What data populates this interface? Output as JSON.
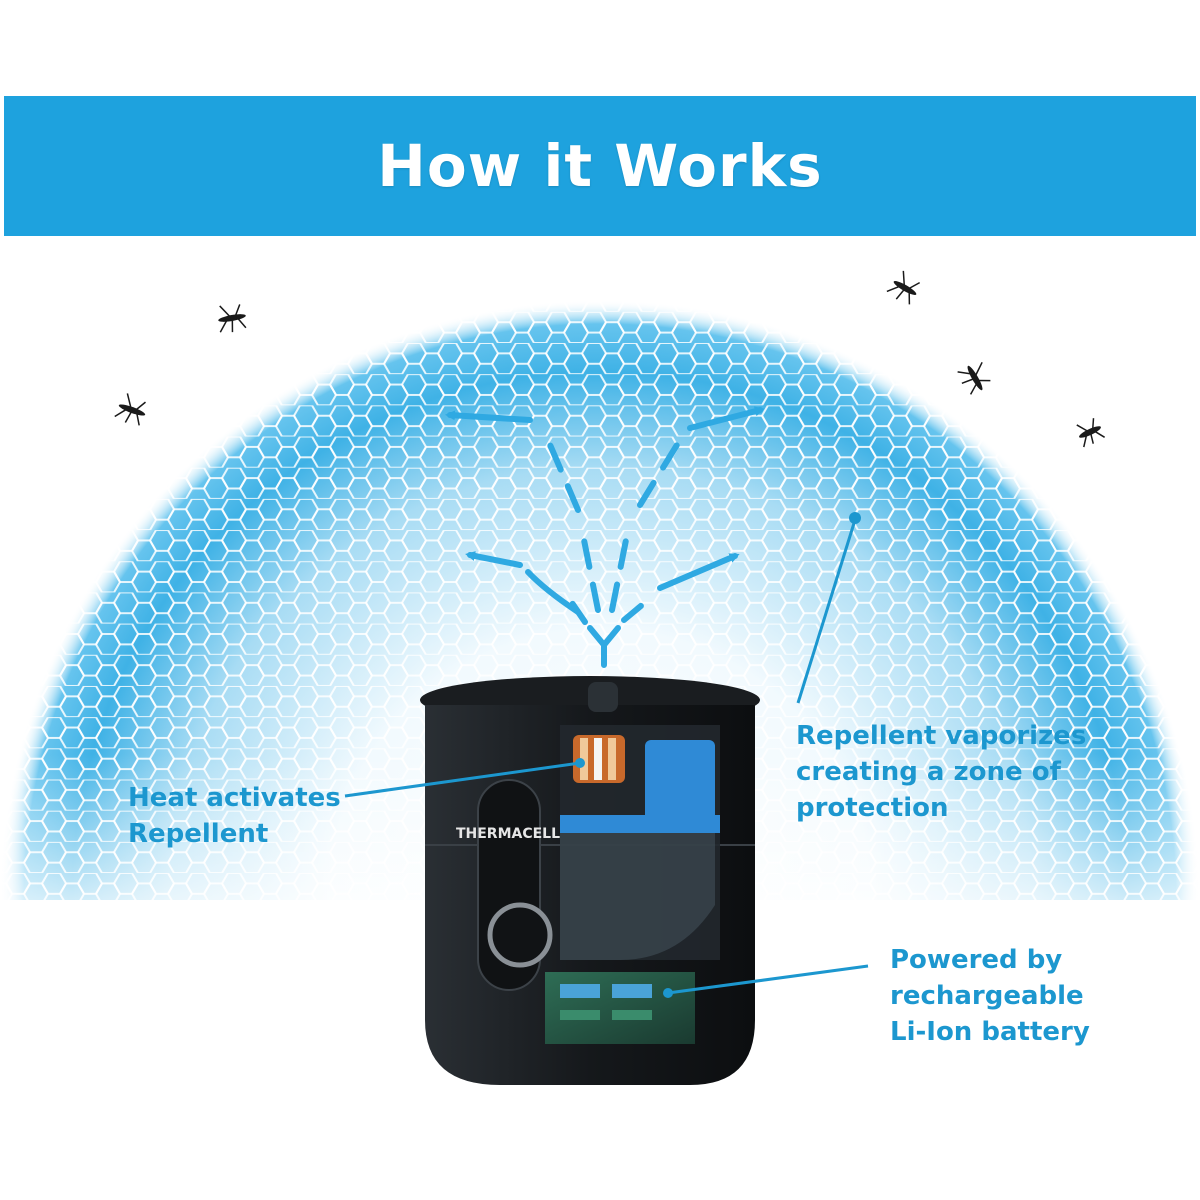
{
  "header": {
    "title": "How it Works"
  },
  "callouts": {
    "heat": {
      "line1": "Heat activates",
      "line2": "Repellent"
    },
    "vapor": {
      "line1": "Repellent vaporizes",
      "line2": "creating a zone of",
      "line3": "protection"
    },
    "power": {
      "line1": "Powered by",
      "line2": "rechargeable",
      "line3": "Li-Ion battery"
    }
  },
  "device": {
    "brand": "THERMACELL"
  },
  "colors": {
    "banner": "#1ea2de",
    "accent": "#1c97cf",
    "device_body": "#1e2226",
    "cartridge": "#2f8ad6"
  }
}
